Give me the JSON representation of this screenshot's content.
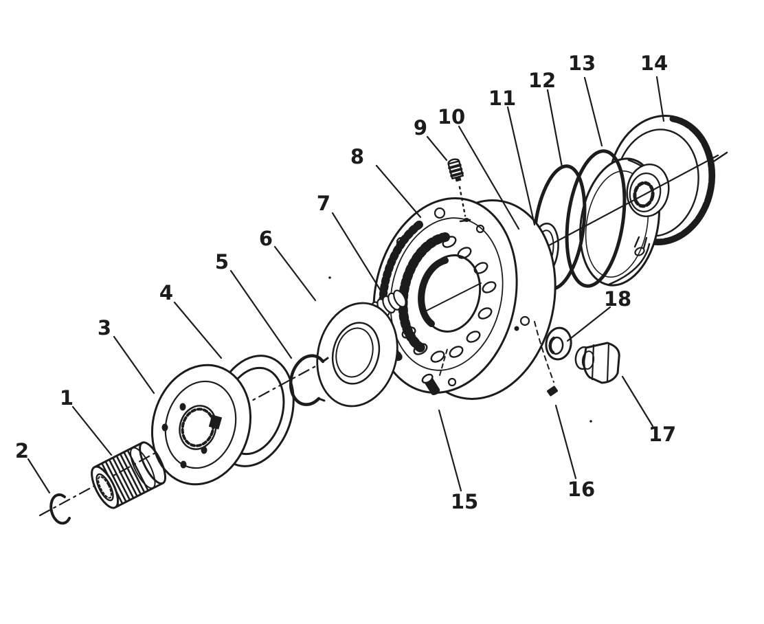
{
  "figure": {
    "type": "exploded-parts-line-drawing",
    "paper": "#ffffff",
    "ink": "#1c1c1c"
  },
  "callouts": [
    {
      "label": "1",
      "shape": "roller-bearing"
    },
    {
      "label": "2",
      "shape": "c-clip"
    },
    {
      "label": "3",
      "shape": "splined-disc"
    },
    {
      "label": "4",
      "shape": "flat-ring"
    },
    {
      "label": "5",
      "shape": "snap-ring"
    },
    {
      "label": "6",
      "shape": "bored-disc"
    },
    {
      "label": "7",
      "shape": "coil-spring"
    },
    {
      "label": "8",
      "shape": "pump-housing"
    },
    {
      "label": "9",
      "shape": "ribbed-fitting"
    },
    {
      "label": "10",
      "shape": "small-ring"
    },
    {
      "label": "11",
      "shape": "seal-ring"
    },
    {
      "label": "12",
      "shape": "large-o-ring"
    },
    {
      "label": "13",
      "shape": "large-ring"
    },
    {
      "label": "14",
      "shape": "converter-drum"
    },
    {
      "label": "15",
      "shape": "screw"
    },
    {
      "label": "16",
      "shape": "pin"
    },
    {
      "label": "17",
      "shape": "hex-plug"
    },
    {
      "label": "18",
      "shape": "washer"
    }
  ]
}
